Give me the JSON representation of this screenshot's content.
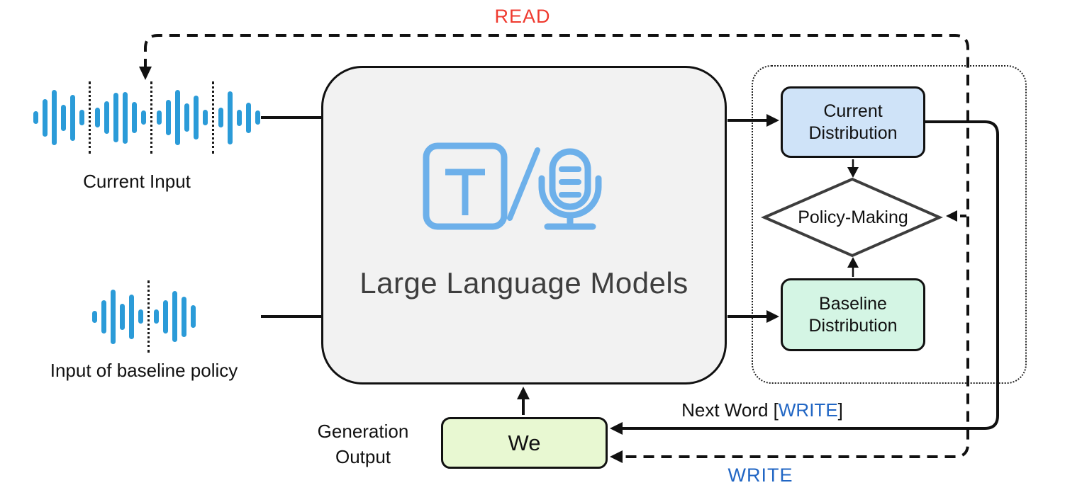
{
  "colors": {
    "read": "#ef3a2f",
    "write": "#2166c4",
    "wave": "#2b9bd8",
    "icon": "#6db0ea",
    "llm-fill": "#f2f2f2",
    "llm-text": "#3e3e3e",
    "current-fill": "#cfe3f8",
    "baseline-fill": "#d4f5e4",
    "we-fill": "#e8f8d2",
    "diamond-stroke": "#3d3d3d",
    "text": "#111111"
  },
  "labels": {
    "read": "READ",
    "write": "WRITE",
    "current_input": "Current Input",
    "baseline_input": "Input of baseline policy",
    "generation_line1": "Generation",
    "generation_line2": "Output",
    "next_word_prefix": "Next Word [",
    "next_word_write": "WRITE",
    "next_word_suffix": "]"
  },
  "llm": {
    "title": "Large Language Models",
    "icons": [
      "text-icon",
      "slash-icon",
      "microphone-icon"
    ]
  },
  "nodes": {
    "current_distribution": {
      "line1": "Current",
      "line2": "Distribution"
    },
    "baseline_distribution": {
      "line1": "Baseline",
      "line2": "Distribution"
    },
    "policy_making": {
      "label": "Policy-Making"
    },
    "generation_output": {
      "label": "We"
    }
  },
  "waveforms": {
    "current_input": {
      "bars": [
        18,
        53,
        78,
        37,
        65,
        22,
        "sep",
        28,
        46,
        70,
        73,
        44,
        20,
        "sep",
        20,
        50,
        78,
        40,
        62,
        22,
        "sep",
        28,
        75,
        23,
        43,
        20
      ]
    },
    "baseline_input": {
      "bars": [
        17,
        47,
        77,
        37,
        63,
        20,
        "sep",
        20,
        47,
        72,
        57,
        32
      ]
    }
  }
}
